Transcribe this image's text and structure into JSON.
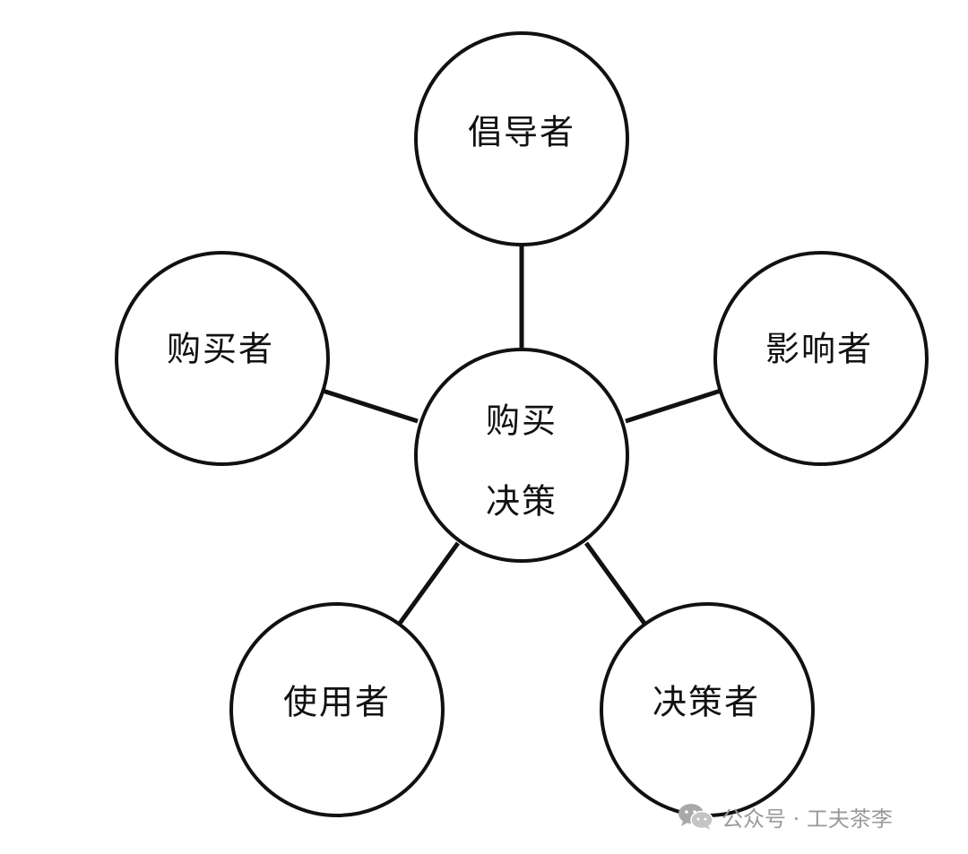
{
  "diagram": {
    "center": {
      "line1": "购买",
      "line2": "决策"
    },
    "nodes": {
      "advocate": "倡导者",
      "influencer": "影响者",
      "decider": "决策者",
      "user": "使用者",
      "buyer": "购买者"
    }
  },
  "watermark": {
    "text": "公众号 · 工夫茶李",
    "icon": "wechat-icon"
  },
  "colors": {
    "stroke": "#111111",
    "background": "#ffffff",
    "watermark": "#9a9a9a"
  }
}
